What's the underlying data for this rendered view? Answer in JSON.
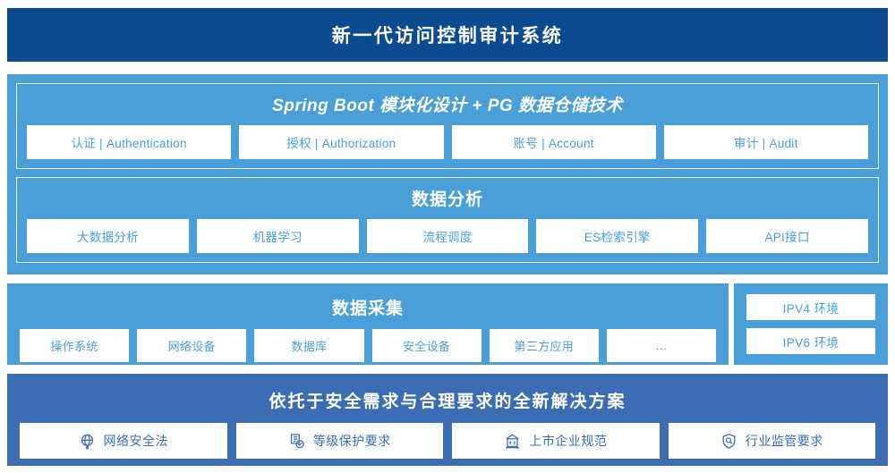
{
  "header": {
    "title": "新一代访问控制审计系统",
    "bg_color": "#0d4a8f"
  },
  "colors": {
    "panel_light_blue": "#4a9fd8",
    "panel_medium_blue": "#3b6cb4",
    "header_navy": "#0d4a8f",
    "card_bg": "#ffffff"
  },
  "application_layer": {
    "platform_group": {
      "title": "Spring Boot 模块化设计 + PG 数据仓储技术",
      "cards": [
        {
          "label": "认证 | Authentication"
        },
        {
          "label": "授权 | Authorization"
        },
        {
          "label": "账号 | Account"
        },
        {
          "label": "审计 | Audit"
        }
      ]
    },
    "analysis_group": {
      "title": "数据分析",
      "cards": [
        {
          "label": "大数据分析"
        },
        {
          "label": "机器学习"
        },
        {
          "label": "流程调度"
        },
        {
          "label": "ES检索引擎"
        },
        {
          "label": "API接口"
        }
      ]
    }
  },
  "collection_layer": {
    "title": "数据采集",
    "cards": [
      {
        "label": "操作系统"
      },
      {
        "label": "网络设备"
      },
      {
        "label": "数据库"
      },
      {
        "label": "安全设备"
      },
      {
        "label": "第三方应用"
      },
      {
        "label": "…"
      }
    ]
  },
  "environment_panel": {
    "items": [
      {
        "label": "IPV4 环境"
      },
      {
        "label": "IPV6 环境"
      }
    ]
  },
  "solution_layer": {
    "title": "依托于安全需求与合理要求的全新解决方案",
    "cards": [
      {
        "label": "网络安全法",
        "icon": "globe-icon"
      },
      {
        "label": "等级保护要求",
        "icon": "document-check-icon"
      },
      {
        "label": "上市企业规范",
        "icon": "bank-building-icon"
      },
      {
        "label": "行业监管要求",
        "icon": "shield-search-icon"
      }
    ]
  }
}
